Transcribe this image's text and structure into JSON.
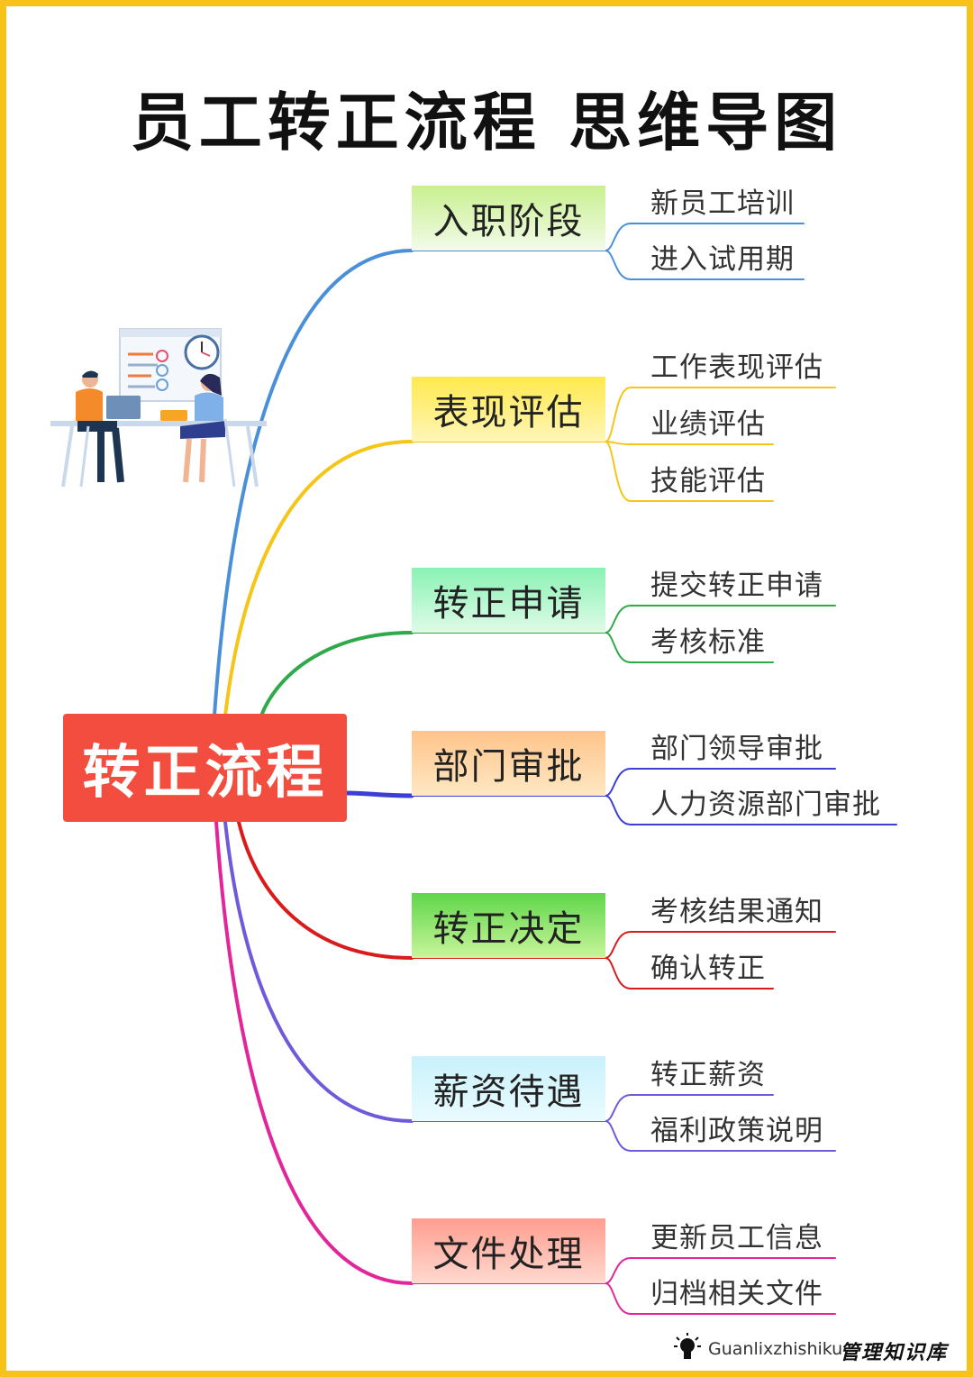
{
  "title": "员工转正流程  思维导图",
  "center": "转正流程",
  "branches": [
    {
      "label": "入职阶段",
      "color": "#4a90d9",
      "bg": [
        "#c8f08f",
        "#f3fbe9"
      ],
      "leaves": [
        "新员工培训",
        "进入试用期"
      ]
    },
    {
      "label": "表现评估",
      "color": "#f5c518",
      "bg": [
        "#ffe94d",
        "#fff6b8"
      ],
      "leaves": [
        "工作表现评估",
        "业绩评估",
        "技能评估"
      ]
    },
    {
      "label": "转正申请",
      "color": "#2eaa4a",
      "bg": [
        "#8af2b3",
        "#dffbe9"
      ],
      "leaves": [
        "提交转正申请",
        "考核标准"
      ]
    },
    {
      "label": "部门审批",
      "color": "#3c3fd6",
      "bg": [
        "#ffc48a",
        "#ffe8c4"
      ],
      "leaves": [
        "部门领导审批",
        "人力资源部门审批"
      ]
    },
    {
      "label": "转正决定",
      "color": "#d91b1b",
      "bg": [
        "#5fd64a",
        "#c9f59b"
      ],
      "leaves": [
        "考核结果通知",
        "确认转正"
      ]
    },
    {
      "label": "薪资待遇",
      "color": "#6f5ad9",
      "bg": [
        "#c9f1fb",
        "#e9fbff"
      ],
      "leaves": [
        "转正薪资",
        "福利政策说明"
      ]
    },
    {
      "label": "文件处理",
      "color": "#e2269a",
      "bg": [
        "#ff9d90",
        "#ffd9cf"
      ],
      "leaves": [
        "更新员工信息",
        "归档相关文件"
      ]
    }
  ],
  "footer": {
    "brand_en": "Guanlixzhishiku",
    "brand_cn": "管理知识库"
  }
}
